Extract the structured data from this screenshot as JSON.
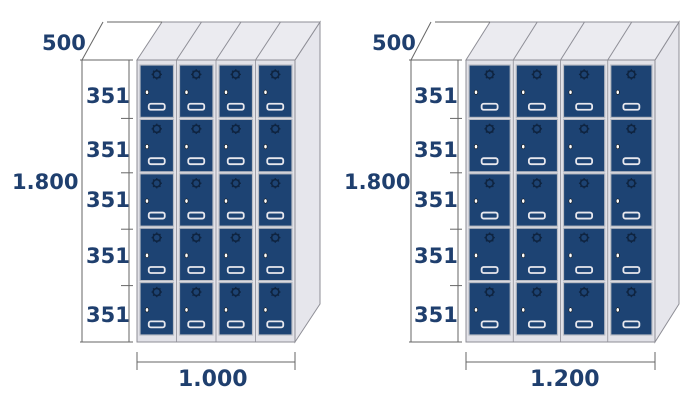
{
  "colors": {
    "door": "#1d4373",
    "door_border": "#b9bcc4",
    "carcass_front": "#e2e2e8",
    "carcass_top": "#ebebf0",
    "carcass_side": "#e6e6ec",
    "outline": "#8e8e96",
    "dimension_line": "#666666",
    "label": "#1f3f6e",
    "handle": "#e8e8ee",
    "gear": "#0f2440"
  },
  "cabinets": [
    {
      "id": "left",
      "width_label": "1.000",
      "height_label": "1.800",
      "depth_label": "500",
      "columns": 4,
      "rows": 5,
      "row_labels": [
        "351",
        "351",
        "351",
        "351",
        "351"
      ]
    },
    {
      "id": "right",
      "width_label": "1.200",
      "height_label": "1.800",
      "depth_label": "500",
      "columns": 4,
      "rows": 5,
      "row_labels": [
        "351",
        "351",
        "351",
        "351",
        "351"
      ]
    }
  ],
  "icons": {
    "door_lock": "combination-dial-icon",
    "door_keyhole": "keyhole-icon",
    "door_handle": "handle-icon"
  }
}
